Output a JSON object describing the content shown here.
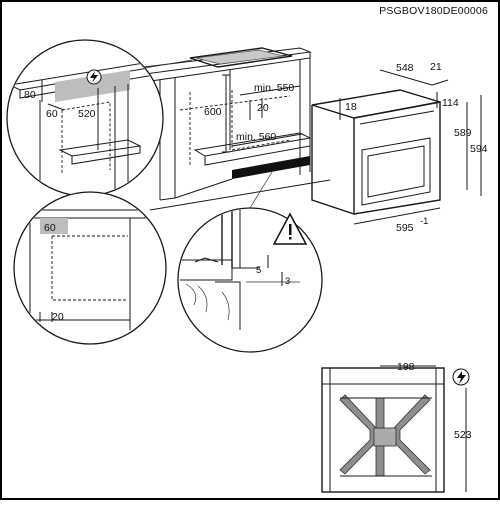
{
  "document_code": "PSGBOV180DE00006",
  "dimensions": {
    "d80": "80",
    "d60a": "60",
    "d520": "520",
    "d600": "600",
    "min550": "min. 550",
    "d20a": "20",
    "min560": "min. 560",
    "d548": "548",
    "d21": "21",
    "d18": "18",
    "d114": "114",
    "d589": "589",
    "d594": "594",
    "d595": "595",
    "d595_tol": "-1",
    "d60b": "60",
    "d20b": "20",
    "d5": "5",
    "d3": "3",
    "d198": "198",
    "d523": "523"
  },
  "icons": [
    "electrical-connection-icon",
    "warning-triangle-icon"
  ]
}
